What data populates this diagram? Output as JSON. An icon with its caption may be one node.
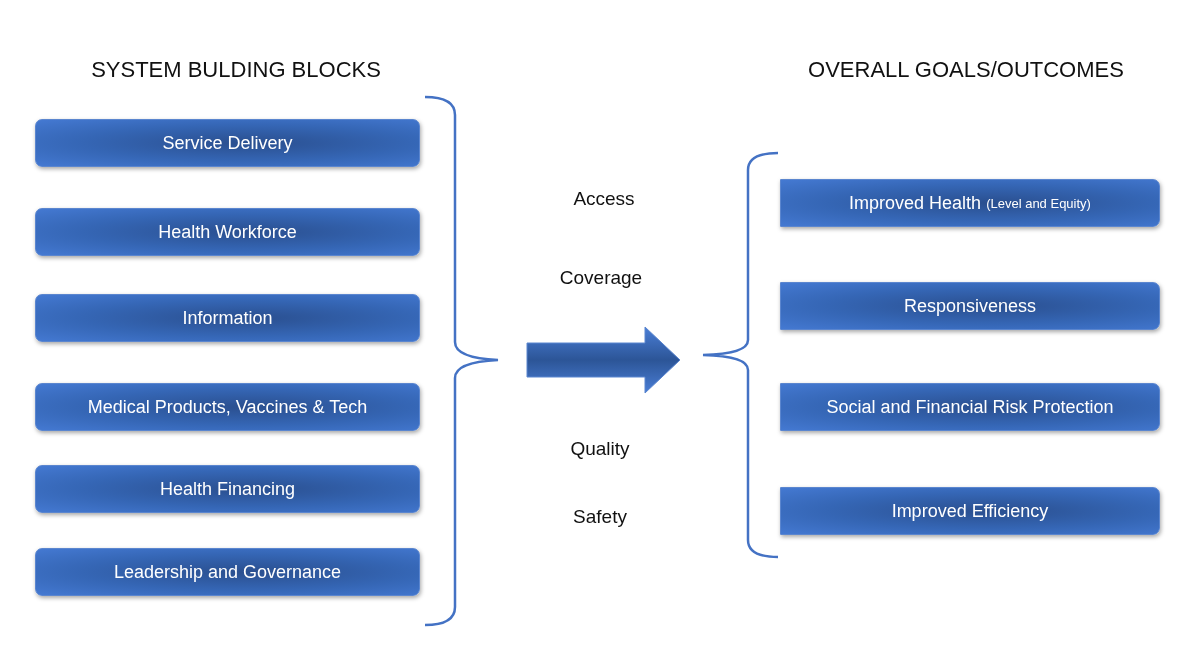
{
  "diagram": {
    "nodes": [
      {
        "text": [
          "Service Delivery"
        ]
      },
      {
        "text": [
          "Health Workforce"
        ]
      },
      {
        "text": [
          "Information"
        ]
      },
      {
        "text": [
          "Medical Products, Vaccines & Tech"
        ]
      },
      {
        "text": [
          "Health Financing"
        ]
      },
      {
        "text": [
          "Leadership and Governance"
        ]
      },
      {
        "text": [
          "Improved Health",
          "(Level and Equity)"
        ]
      },
      {
        "text": [
          "Responsiveness"
        ]
      },
      {
        "text": [
          "Social and Financial Risk Protection"
        ]
      },
      {
        "text": [
          "Improved Efficiency"
        ]
      }
    ],
    "edges": [],
    "labels": [
      "SYSTEM BULDING BLOCKS",
      "OVERALL GOALS/OUTCOMES",
      "Access",
      "Coverage",
      "Quality",
      "Safety"
    ]
  }
}
